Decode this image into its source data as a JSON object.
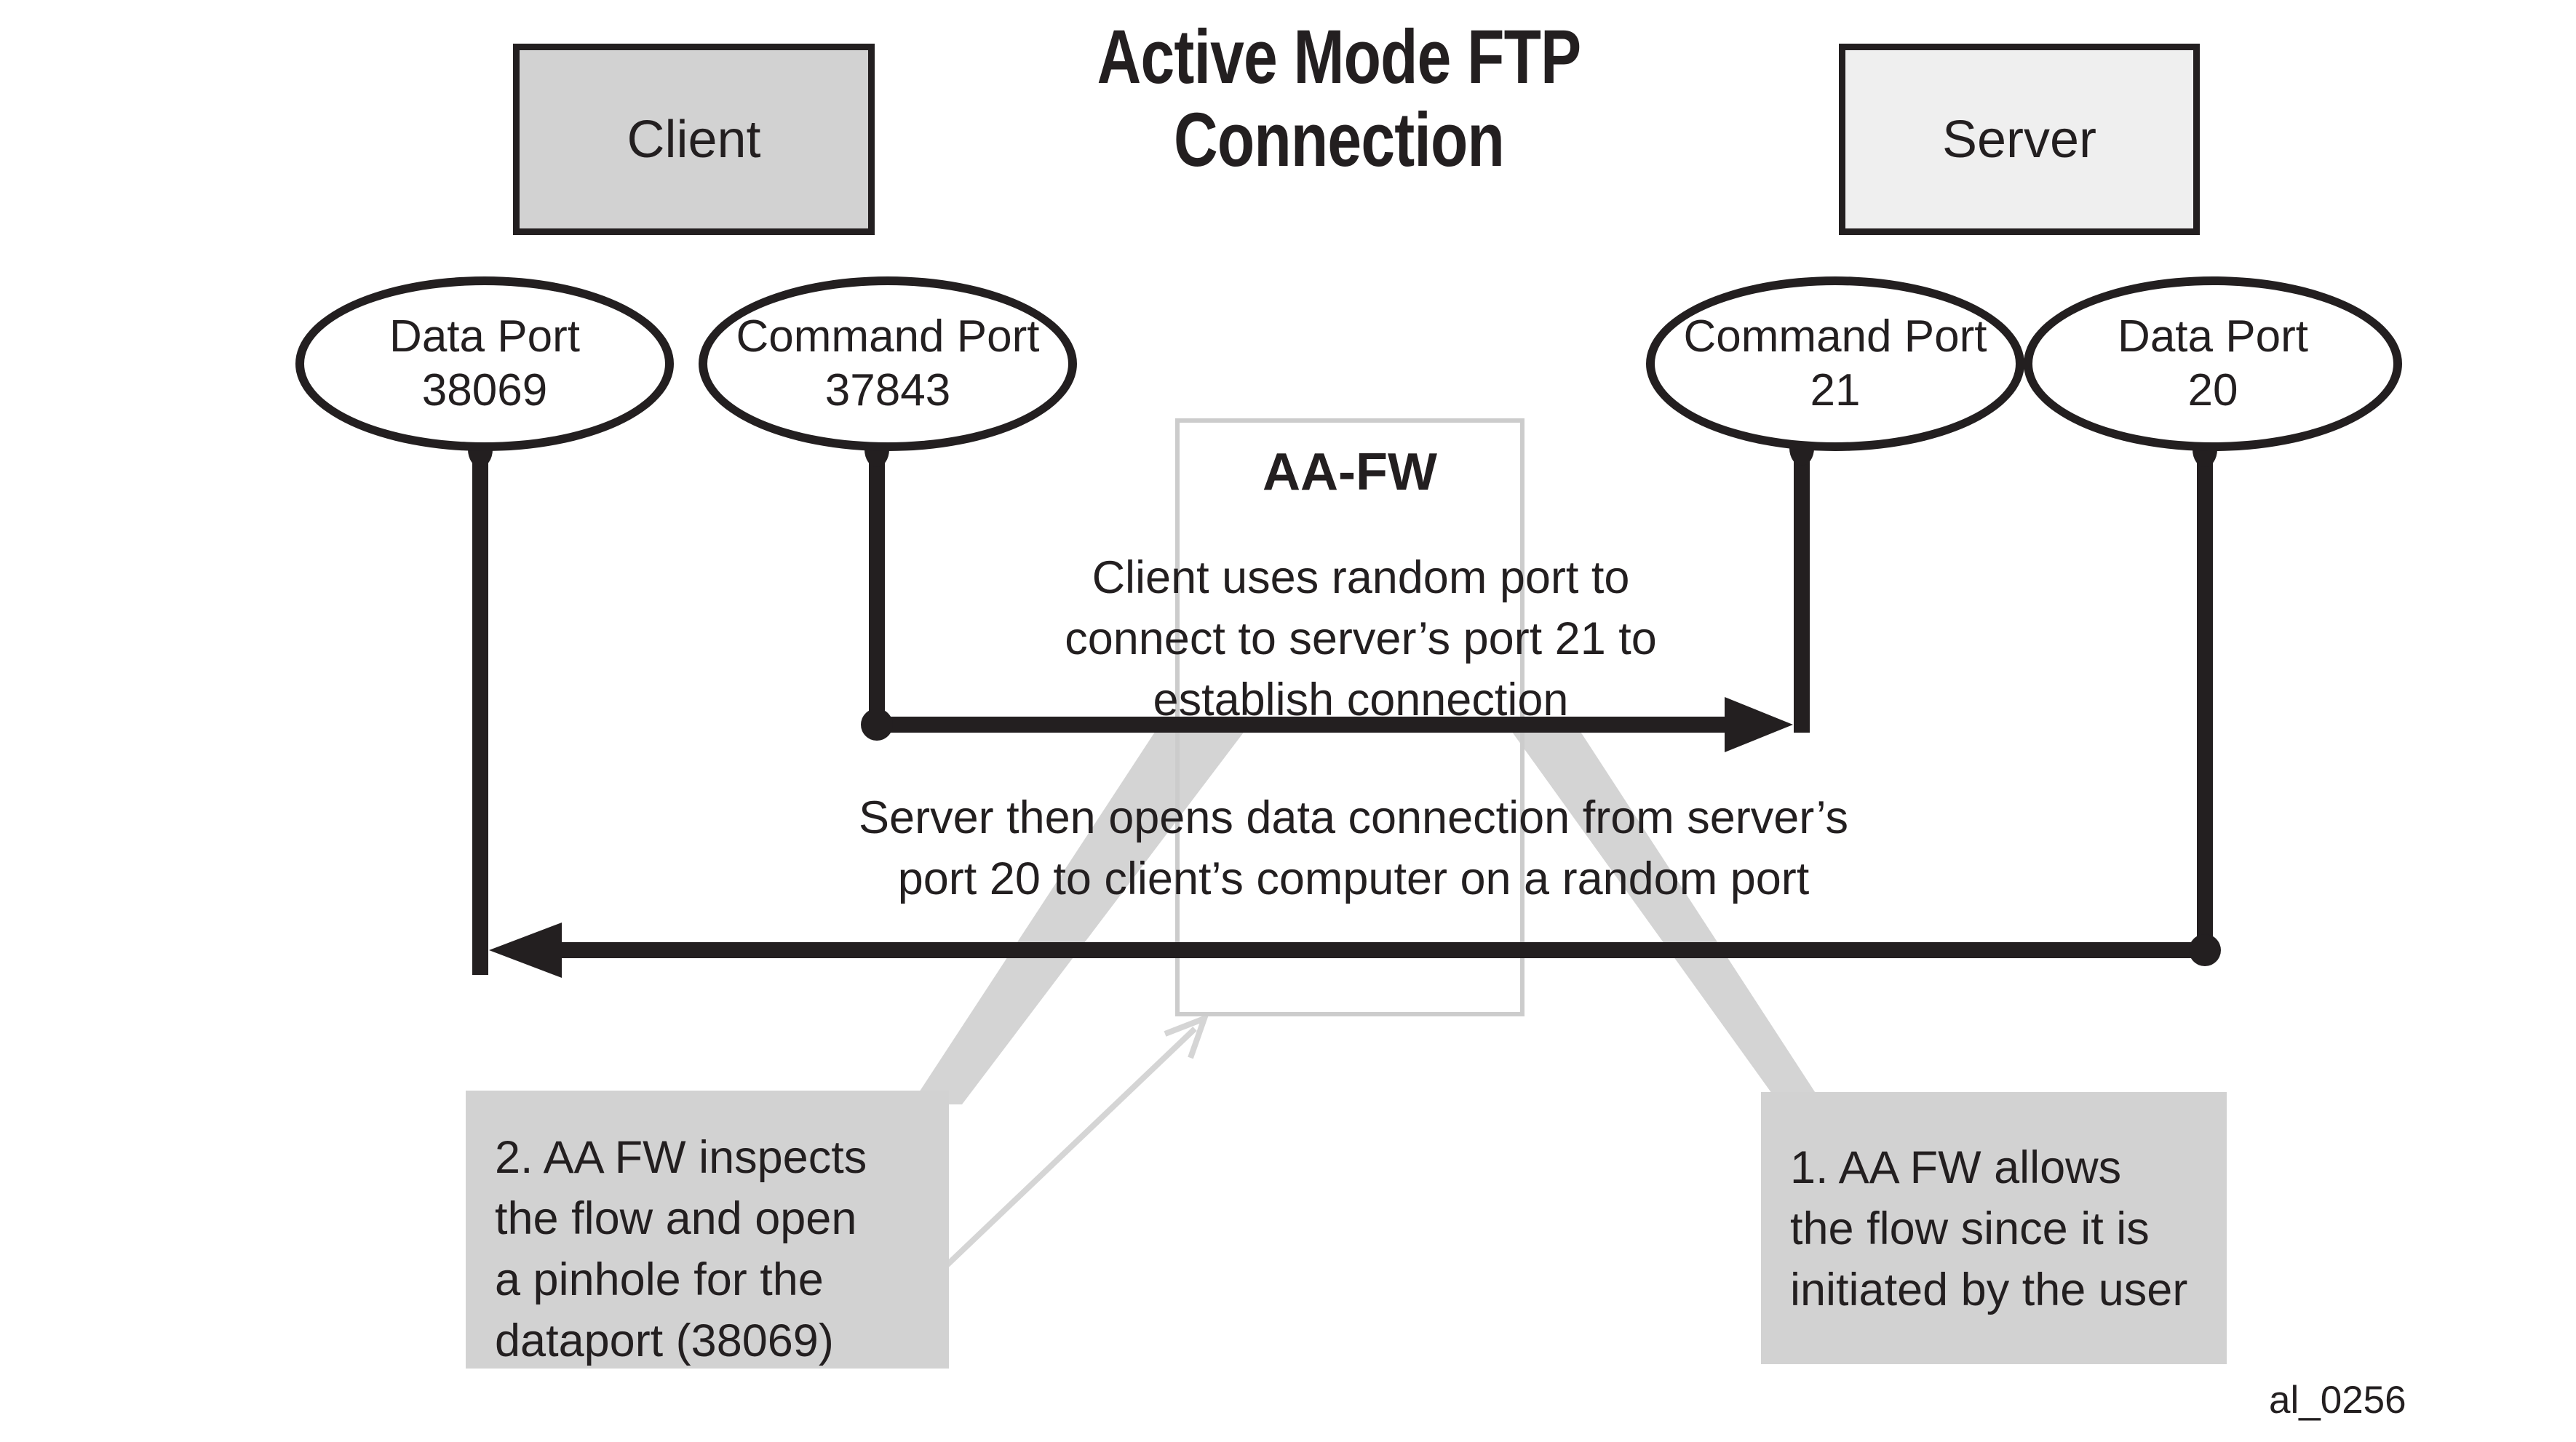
{
  "title": {
    "line1": "Active Mode FTP",
    "line2": "Connection"
  },
  "client": {
    "label": "Client"
  },
  "server": {
    "label": "Server"
  },
  "firewall": {
    "label": "AA-FW"
  },
  "ports": {
    "client_data": {
      "name": "Data Port",
      "number": "38069"
    },
    "client_command": {
      "name": "Command Port",
      "number": "37843"
    },
    "server_command": {
      "name": "Command Port",
      "number": "21"
    },
    "server_data": {
      "name": "Data Port",
      "number": "20"
    }
  },
  "flows": {
    "command": "Client uses random port to\nconnect to server’s port 21 to\nestablish connection",
    "data": "Server then opens data connection from server’s\nport 20 to client’s computer on a random port"
  },
  "notes": {
    "allow": "1. AA FW allows\nthe flow since it is\ninitiated by the user",
    "pinhole": "2. AA FW inspects\nthe flow and open\na pinhole for the\ndataport (38069)"
  },
  "figure_id": "al_0256",
  "colors": {
    "line_black": "#231f20",
    "client_fill": "#d2d2d2",
    "server_fill": "#efefef",
    "note_fill": "#d2d2d2",
    "tail_fill": "#d4d4d4",
    "thin_arrow": "#d5d5d5",
    "firewall_border": "#cccccc"
  }
}
